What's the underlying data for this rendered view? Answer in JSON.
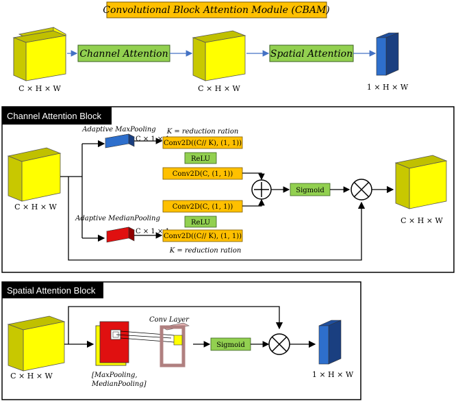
{
  "title": "Convolutional Block Attention Module (CBAM)",
  "overview": {
    "input_label": "C × H × W",
    "channel_attention_label": "Channel Attention",
    "mid_label": "C × H × W",
    "spatial_attention_label": "Spatial Attention",
    "output_label": "1 × H × W"
  },
  "channel_block": {
    "header": "Channel Attention Block",
    "input_label": "C × H × W",
    "max_pool_label": "Adaptive MaxPooling",
    "median_pool_label": "Adaptive MedianPooling",
    "pool_dims_top": "C × 1 × 1",
    "pool_dims_bottom": "C × 1 × 1",
    "reduction_top": "K = reduction ration",
    "reduction_bottom": "K = reduction ration",
    "top_conv1": "Conv2D((C// K), (1, 1))",
    "top_relu": "ReLU",
    "top_conv2": "Conv2D(C, (1, 1))",
    "bottom_conv1": "Conv2D(C, (1, 1))",
    "bottom_relu": "ReLU",
    "bottom_conv2": "Conv2D((C// K), (1, 1))",
    "sigmoid": "Sigmoid",
    "output_label": "C × H × W"
  },
  "spatial_block": {
    "header": "Spatial Attention Block",
    "input_label": "C × H × W",
    "conv_layer_label": "Conv Layer",
    "pooling_label_line1": "[MaxPooling,",
    "pooling_label_line2": "MedianPooling]",
    "sigmoid": "Sigmoid",
    "output_label": "1 × H × W"
  },
  "colors": {
    "title_fill": "#ffc000",
    "attention_box_fill": "#92d050",
    "op_box_fill": "#ffc000",
    "cube_front": "#ffff00",
    "cube_top": "#c8c800",
    "cube_side": "#999900",
    "blue_block": "#2e6fcc",
    "red_block": "#e01010",
    "arrow_blue": "#4472c4",
    "frame_pink": "#e0b0b0"
  }
}
